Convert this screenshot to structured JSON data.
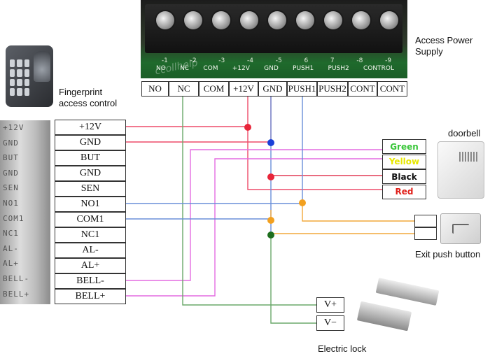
{
  "power_supply": {
    "label": "Access Power Supply",
    "pcb_terminals": [
      "NO",
      "NC",
      "COM",
      "+12V",
      "GND",
      "PUSH1",
      "PUSH2",
      "CONTROL"
    ],
    "terminals": [
      "NO",
      "NC",
      "COM",
      "+12V",
      "GND",
      "PUSH1",
      "PUSH2",
      "CONT",
      "CONT"
    ],
    "pcb_numbers": [
      "-1",
      "-2",
      "-3",
      "-4",
      "-5",
      "6",
      "7",
      "-8",
      "-9"
    ],
    "watermark": "ccollhelp"
  },
  "fingerprint": {
    "label": "Fingerprint access control",
    "terminals": [
      "+12V",
      "GND",
      "BUT",
      "GND",
      "SEN",
      "NO1",
      "COM1",
      "NC1",
      "AL-",
      "AL+",
      "BELL-",
      "BELL+"
    ],
    "strip_labels": [
      "+12V",
      "GND",
      "BUT",
      "GND",
      "SEN",
      "NO1",
      "COM1",
      "NC1",
      "AL-",
      "AL+",
      "BELL-",
      "BELL+"
    ]
  },
  "doorbell": {
    "label": "doorbell",
    "wires": [
      {
        "label": "Green",
        "color": "#39c639"
      },
      {
        "label": "Yellow",
        "color": "#e8e800"
      },
      {
        "label": "Black",
        "color": "#111111"
      },
      {
        "label": "Red",
        "color": "#e0201a"
      }
    ]
  },
  "exit_button": {
    "label": "Exit push button"
  },
  "electric_lock": {
    "label": "Electric lock",
    "terminals": [
      "V+",
      "V−"
    ]
  },
  "colors": {
    "red_wire": "#ee4c6a",
    "blue_wire": "#6a8fd9",
    "green_wire": "#6aa86a",
    "magenta_wire": "#e46ce0",
    "orange_wire": "#f2a93b",
    "junction_red": "#e8253a",
    "junction_blue": "#1a40d8",
    "junction_orange": "#f2a020",
    "junction_green": "#1e6e1e"
  }
}
